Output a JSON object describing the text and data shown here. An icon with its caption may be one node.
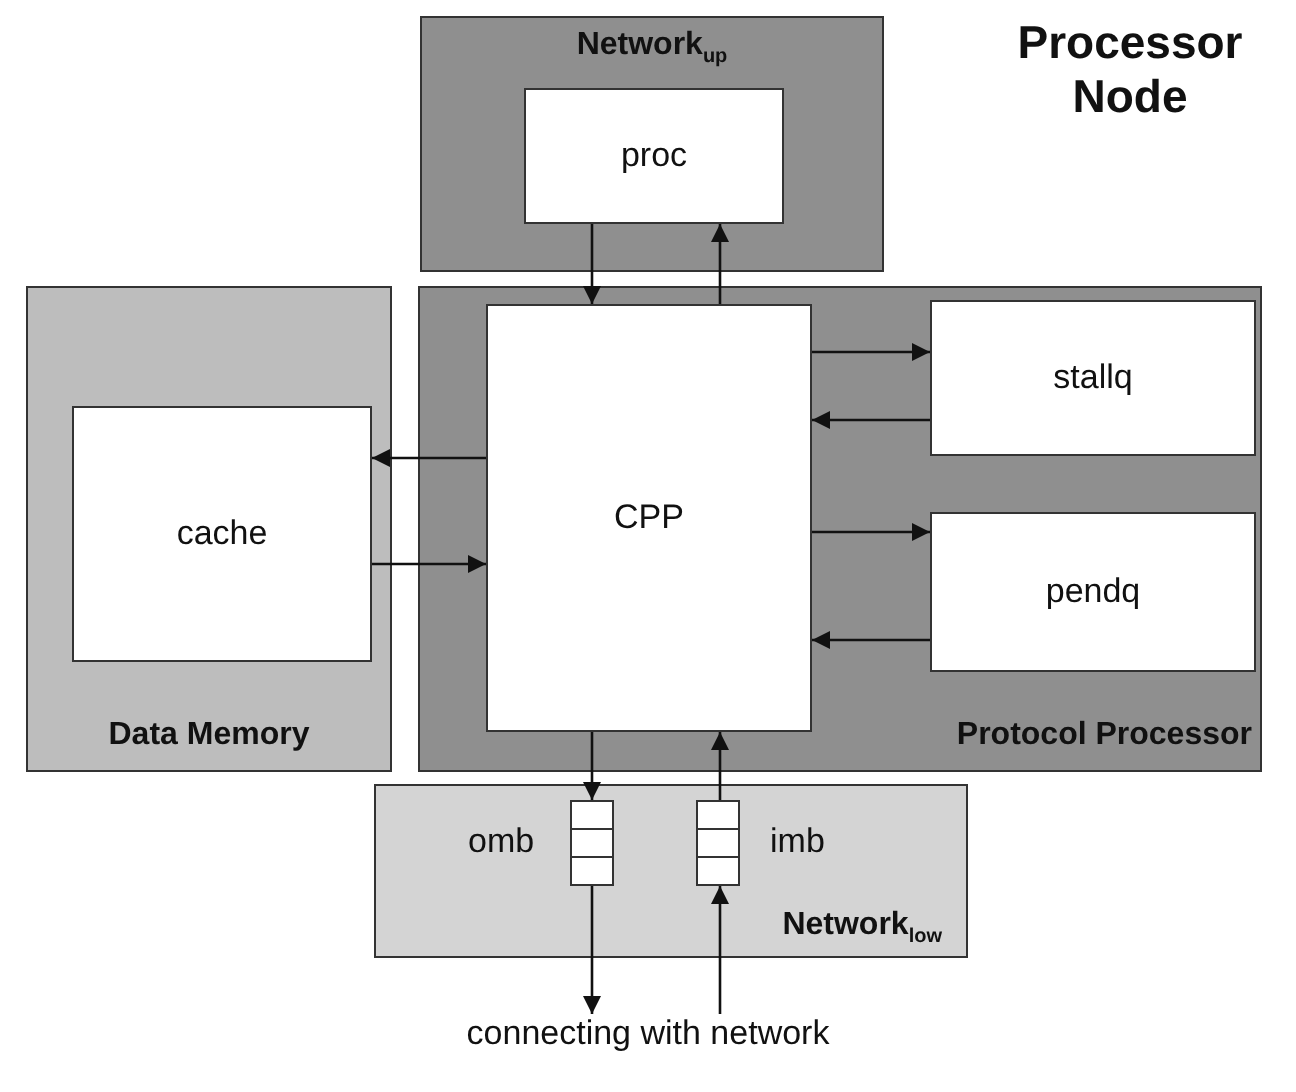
{
  "diagram": {
    "title": "Processor Node",
    "nodes": [
      {
        "text": [
          "Network$_{up}$"
        ]
      },
      {
        "text": [
          "proc"
        ],
        "in": 0
      },
      {
        "text": [
          "Data Memory"
        ]
      },
      {
        "text": [
          "cache"
        ],
        "in": 2
      },
      {
        "text": [
          "Protocol Processor"
        ]
      },
      {
        "text": [
          "CPP"
        ],
        "in": 4
      },
      {
        "text": [
          "stallq"
        ],
        "in": 4
      },
      {
        "text": [
          "pendq"
        ],
        "in": 4
      },
      {
        "text": [
          "Network$_{low}$"
        ]
      },
      {
        "text": [],
        "shape": "box",
        "in": 8,
        "beside": [
          "omb"
        ]
      },
      {
        "text": [],
        "shape": "box",
        "in": 8,
        "beside": [
          "imb"
        ]
      },
      {
        "text": [
          "connecting with network"
        ]
      }
    ],
    "edges": [
      {
        "from": 1,
        "to": 5,
        "arrow": "to"
      },
      {
        "from": 5,
        "to": 1,
        "arrow": "to"
      },
      {
        "from": 5,
        "to": 3,
        "arrow": "to"
      },
      {
        "from": 3,
        "to": 5,
        "arrow": "to"
      },
      {
        "from": 5,
        "to": 6,
        "arrow": "to"
      },
      {
        "from": 6,
        "to": 5,
        "arrow": "to"
      },
      {
        "from": 5,
        "to": 7,
        "arrow": "to"
      },
      {
        "from": 7,
        "to": 5,
        "arrow": "to"
      },
      {
        "from": 5,
        "to": 9,
        "arrow": "to"
      },
      {
        "from": 10,
        "to": 5,
        "arrow": "to"
      },
      {
        "from": 9,
        "to": 11,
        "arrow": "to"
      },
      {
        "from": 11,
        "to": 10,
        "arrow": "to"
      }
    ]
  }
}
